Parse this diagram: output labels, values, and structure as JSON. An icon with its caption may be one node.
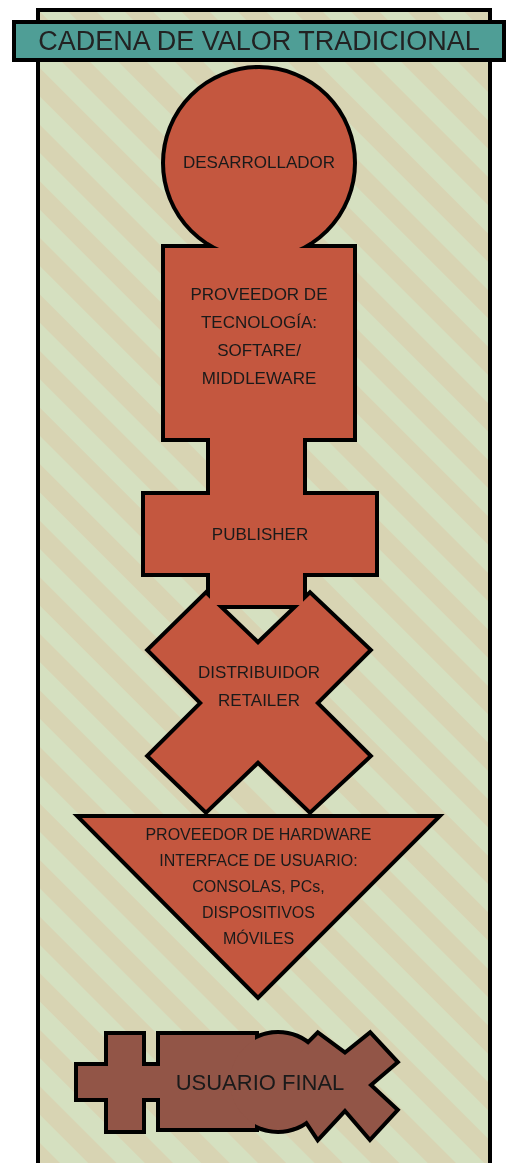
{
  "diagram": {
    "title": "CADENA DE VALOR TRADICIONAL",
    "nodes": [
      {
        "text": [
          "DESARROLLADOR"
        ]
      },
      {
        "text": [
          "PROVEEDOR DE TECNOLOGÍA: SOFTARE/ MIDDLEWARE"
        ]
      },
      {
        "text": [
          "PUBLISHER"
        ]
      },
      {
        "text": [
          "DISTRIBUIDOR RETAILER"
        ]
      },
      {
        "text": [
          "PROVEEDOR DE HARDWARE INTERFACE DE USUARIO: CONSOLAS, PCs, DISPOSITIVOS MÓVILES"
        ]
      },
      {
        "text": [
          "USUARIO FINAL"
        ]
      }
    ]
  }
}
